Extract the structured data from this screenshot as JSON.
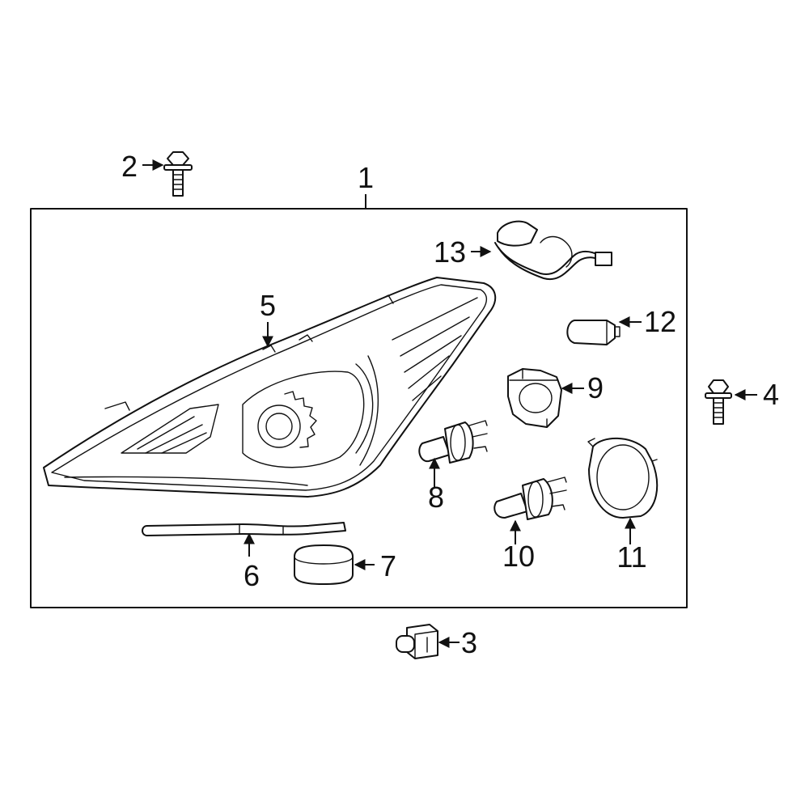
{
  "callouts": [
    {
      "id": "1",
      "label": "1",
      "part": "headlamp-assembly"
    },
    {
      "id": "2",
      "label": "2",
      "part": "upper-bolt"
    },
    {
      "id": "3",
      "label": "3",
      "part": "clip-nut"
    },
    {
      "id": "4",
      "label": "4",
      "part": "side-bolt"
    },
    {
      "id": "5",
      "label": "5",
      "part": "headlamp-housing"
    },
    {
      "id": "6",
      "label": "6",
      "part": "seal-strip"
    },
    {
      "id": "7",
      "label": "7",
      "part": "rubber-cap"
    },
    {
      "id": "8",
      "label": "8",
      "part": "low-beam-bulb"
    },
    {
      "id": "9",
      "label": "9",
      "part": "bulb-socket"
    },
    {
      "id": "10",
      "label": "10",
      "part": "high-beam-bulb"
    },
    {
      "id": "11",
      "label": "11",
      "part": "dust-cover"
    },
    {
      "id": "12",
      "label": "12",
      "part": "side-marker-bulb"
    },
    {
      "id": "13",
      "label": "13",
      "part": "wiring-harness"
    }
  ],
  "colors": {
    "line": "#111111",
    "background": "#ffffff"
  }
}
